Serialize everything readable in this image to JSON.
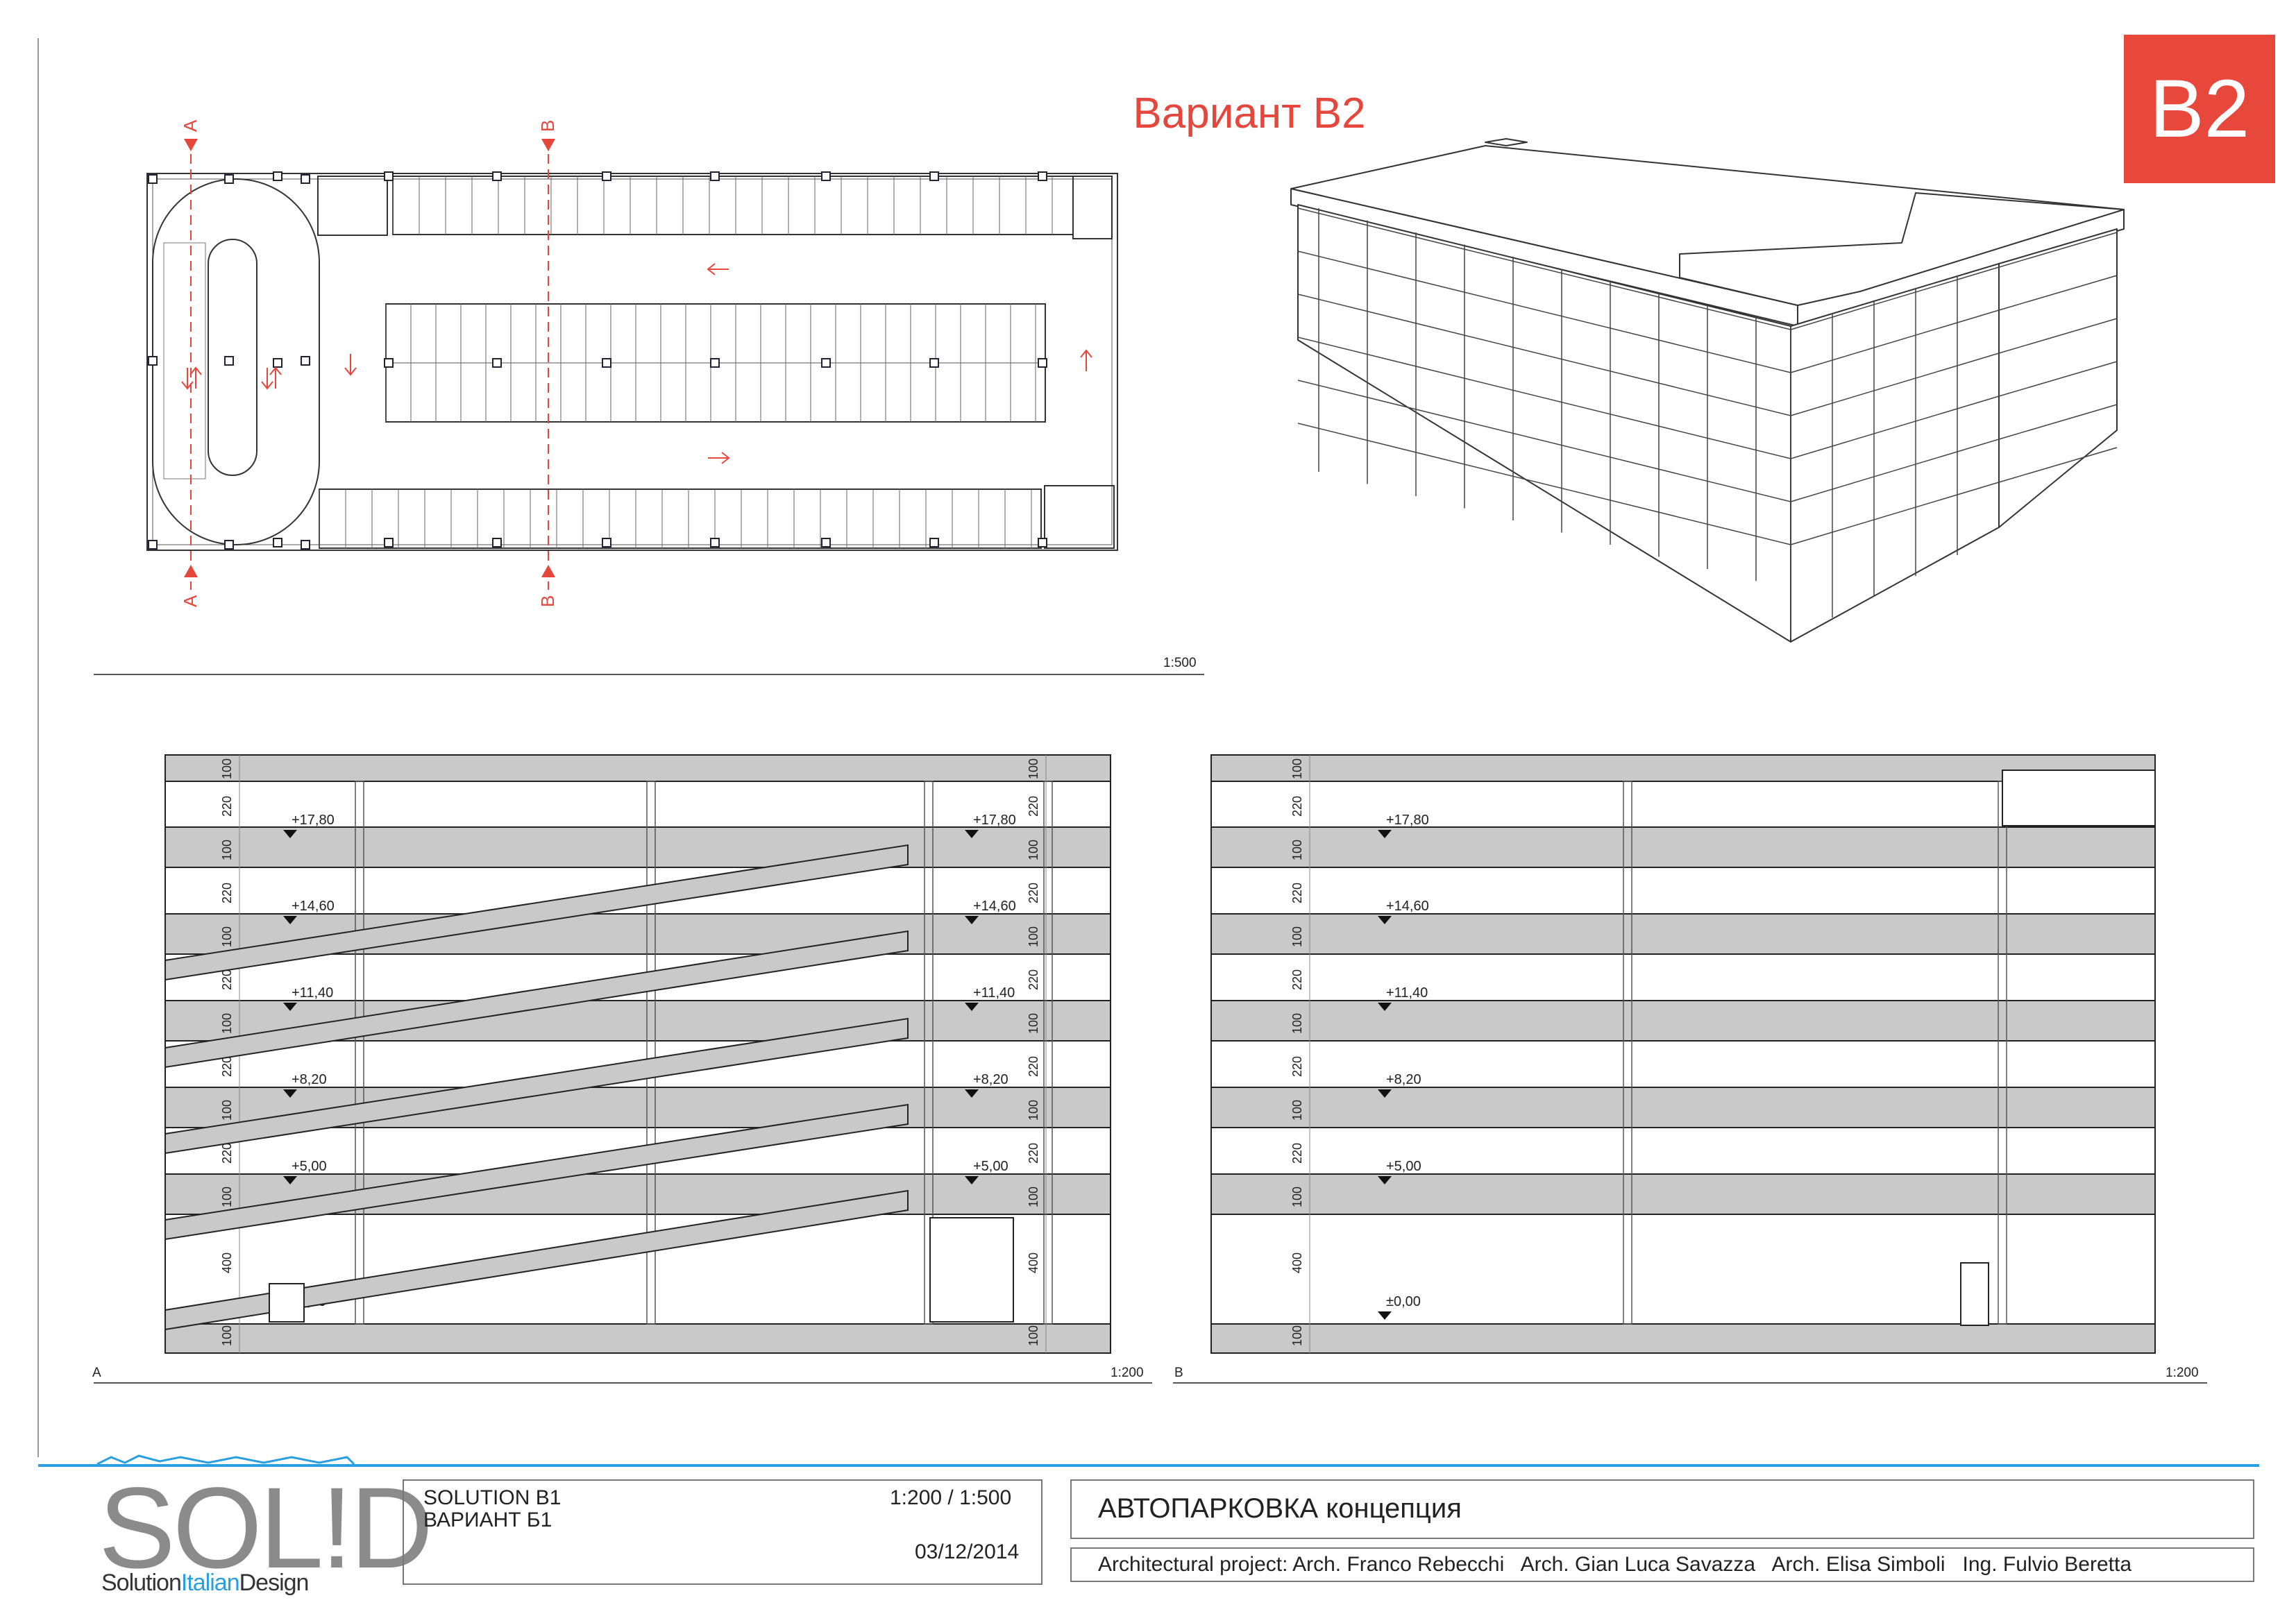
{
  "header": {
    "variant_title": "Вариант В2",
    "badge": "B2"
  },
  "plan": {
    "scale": "1:500",
    "section_markers": [
      {
        "label": "A"
      },
      {
        "label": "B"
      }
    ]
  },
  "section_a": {
    "id": "A",
    "scale": "1:200",
    "levels": [
      "+17,80",
      "+14,60",
      "+11,40",
      "+8,20",
      "+5,00",
      "±0,00"
    ],
    "dims": {
      "slab": "100",
      "storey": "220",
      "ground": "400"
    }
  },
  "section_b": {
    "id": "B",
    "scale": "1:200",
    "levels": [
      "+17,80",
      "+14,60",
      "+11,40",
      "+8,20",
      "+5,00",
      "±0,00"
    ],
    "dims": {
      "slab": "100",
      "storey": "220",
      "ground": "400"
    }
  },
  "title_block": {
    "logo_text": "SOL!D",
    "logo_sub_a": "Solution",
    "logo_sub_b": "Italian",
    "logo_sub_c": "Design",
    "solution_line1": "SOLUTION B1",
    "solution_line2": "ВАРИАНТ Б1",
    "scale": "1:200 / 1:500",
    "date": "03/12/2014",
    "project_name": "АВТОПАРКОВКА концепция",
    "credits": "Architectural project: Arch. Franco Rebecchi   Arch. Gian Luca Savazza   Arch. Elisa Simboli   Ing. Fulvio Beretta"
  },
  "colors": {
    "accent": "#e8483b",
    "logo_blue": "#2a9fe0",
    "line": "#222222",
    "slab_fill": "#c9c9c9"
  }
}
